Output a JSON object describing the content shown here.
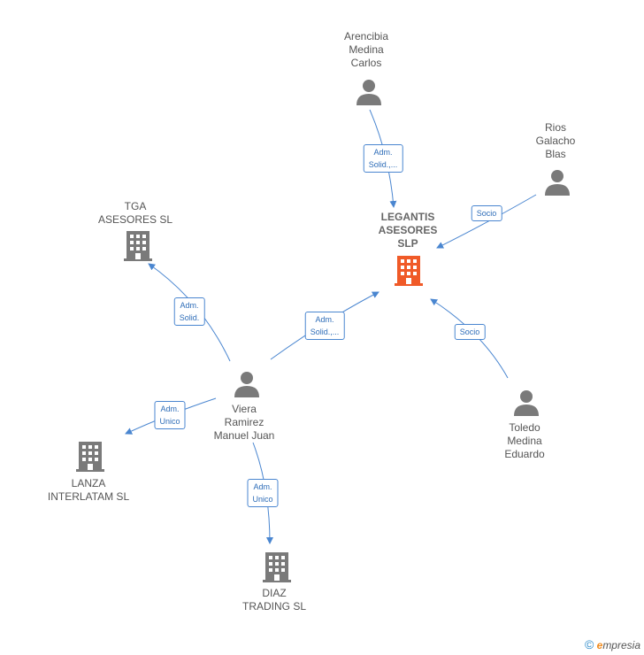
{
  "nodes": {
    "legantis": "LEGANTIS\nASESORES\nSLP",
    "arencibia": "Arencibia\nMedina\nCarlos",
    "rios": "Rios\nGalacho\nBlas",
    "tga": "TGA\nASESORES SL",
    "viera": "Viera\nRamirez\nManuel Juan",
    "toledo": "Toledo\nMedina\nEduardo",
    "lanza": "LANZA\nINTERLATAM SL",
    "diaz": "DIAZ\nTRADING SL"
  },
  "edges": {
    "arencibia_legantis": "Adm.\nSolid.,...",
    "rios_legantis": "Socio",
    "viera_tga": "Adm.\nSolid.",
    "viera_legantis": "Adm.\nSolid.,...",
    "toledo_legantis": "Socio",
    "viera_lanza": "Adm.\nUnico",
    "viera_diaz": "Adm.\nUnico"
  },
  "colors": {
    "edge": "#4a86d0",
    "company_main": "#f05a28",
    "company": "#7a7a7a",
    "person": "#7a7a7a"
  },
  "footer": {
    "copyright": "©",
    "brand_initial": "e",
    "brand_rest": "mpresia"
  }
}
